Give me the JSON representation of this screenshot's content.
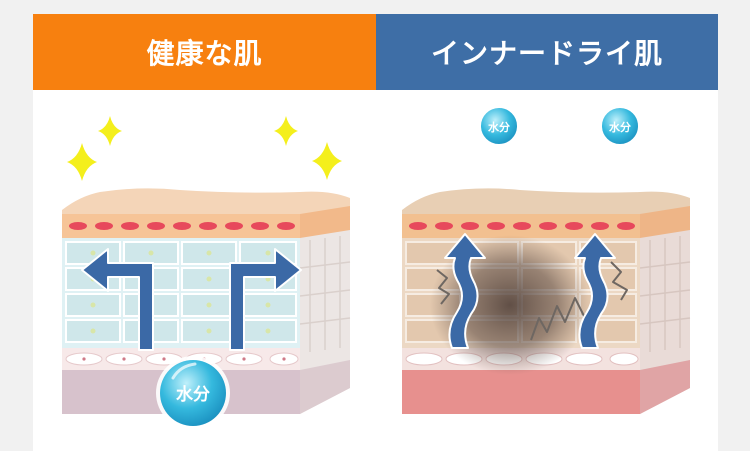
{
  "panels": {
    "healthy": {
      "title": "健康な肌",
      "water_label": "水分"
    },
    "inner_dry": {
      "title": "インナードライ肌",
      "water_label_1": "水分",
      "water_label_2": "水分"
    }
  },
  "colors": {
    "healthy_header": "#f7800f",
    "inner_dry_header": "#3e6ea6",
    "arrow": "#3b69a6",
    "sparkle": "#f4ef1c",
    "water_bubble": "#35b9de"
  }
}
